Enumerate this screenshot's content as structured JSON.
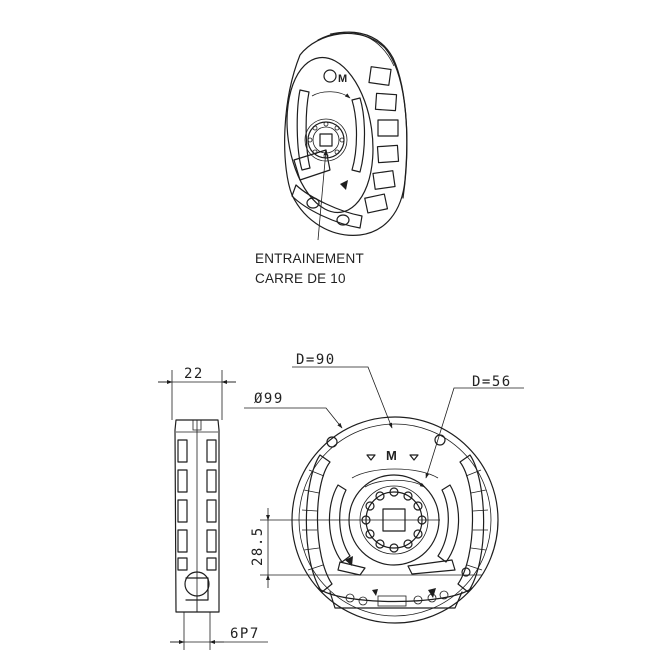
{
  "callout": {
    "line1": "ENTRAINEMENT",
    "line2": "CARRE DE 10"
  },
  "dimensions": {
    "width": "22",
    "outer_diameter": "Ø99",
    "diameter_90": "D=90",
    "diameter_56": "D=56",
    "offset": "28.5",
    "fit": "6P7"
  },
  "face_marking": "M",
  "iso_marking": "M"
}
